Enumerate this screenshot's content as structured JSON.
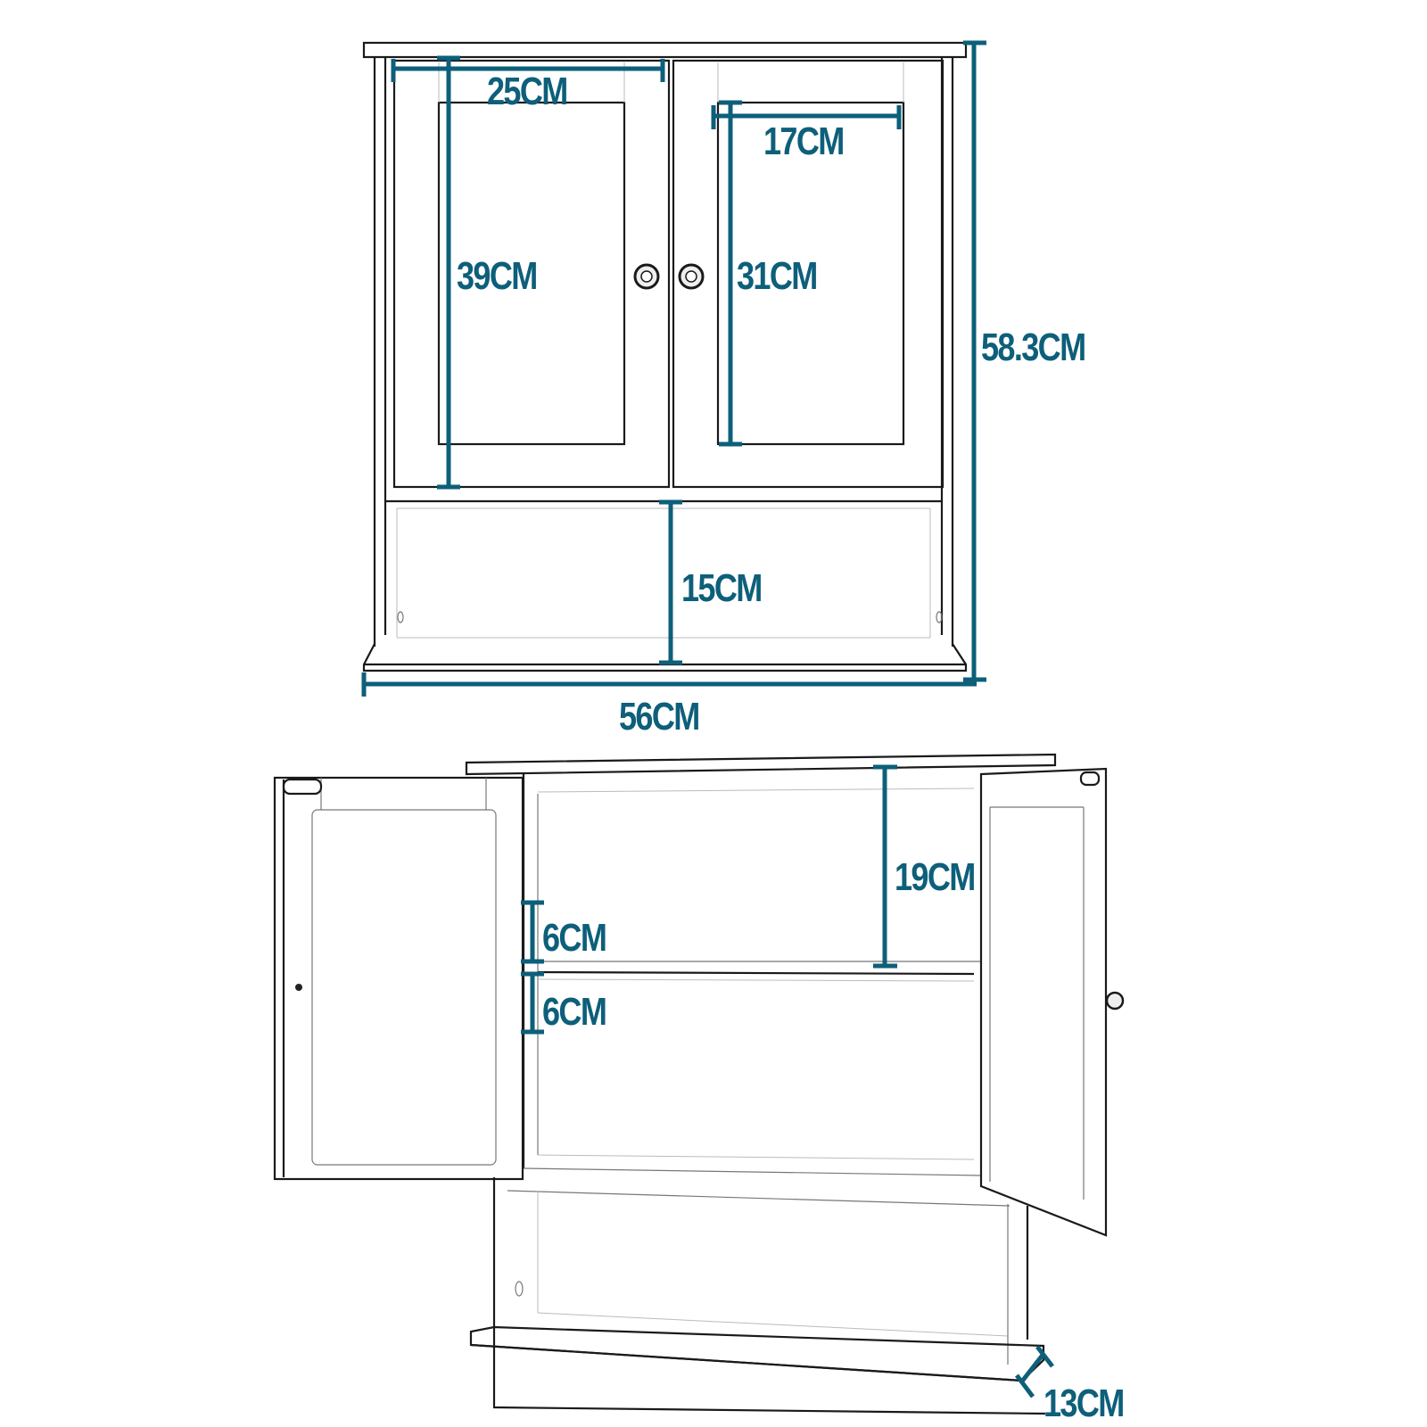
{
  "diagram": {
    "subject": "Wall-mounted two-door cabinet with open lower shelf",
    "colors": {
      "dimension": "#0d5f7a",
      "outline": "#1a1a1a",
      "background": "#ffffff"
    },
    "front_view": {
      "dimensions": {
        "door_width": "25CM",
        "panel_width": "17CM",
        "door_height": "39CM",
        "panel_height": "31CM",
        "total_height": "58.3CM",
        "open_shelf_height": "15CM",
        "total_width": "56CM"
      }
    },
    "open_view": {
      "dimensions": {
        "upper_compartment_height": "19CM",
        "upper_shelf_gap": "6CM",
        "lower_shelf_gap": "6CM",
        "depth": "13CM"
      }
    }
  }
}
